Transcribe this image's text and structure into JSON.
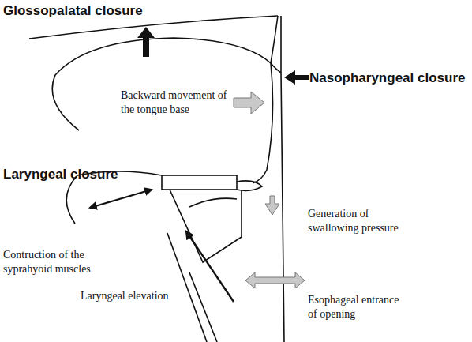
{
  "diagram": {
    "labels": [
      "Glossopalatal closure",
      "Nasopharyngeal closure",
      "Backward movement of the tongue base",
      "Laryngeal closure",
      "Generation of swallowing pressure",
      "Contruction of the syprahyoid muscles",
      "Laryngeal elevation",
      "Esophageal entrance of opening"
    ]
  }
}
